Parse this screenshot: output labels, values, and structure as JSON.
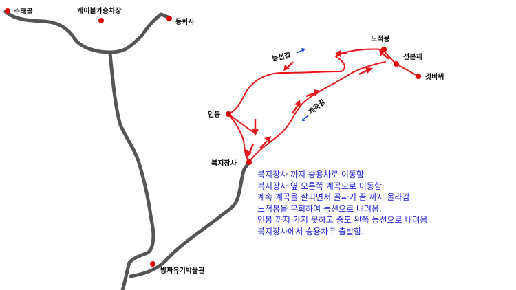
{
  "places": {
    "sutaegol": "수태골",
    "cable_car": "케이블카승차장",
    "donghwasa": "동화사",
    "nojeokbong": "노적봉",
    "seonbonjae": "선본재",
    "gatbawi": "갓바위",
    "inbong": "인봉",
    "bukjijangsa": "북지장사",
    "bangjja_museum": "방짜유기박물관"
  },
  "trails": {
    "ridge": "능선길",
    "valley": "계곡길"
  },
  "notes": [
    "북지장사 까지 승용차로 이동함.",
    "북지장사 옆 오른쪽 계곡으로 이동함.",
    "계속 계곡을 살피면서 골짜기 끝 까지 올라감.",
    "노적봉을 우회하여 능선으로 내려옴.",
    "인봉 까지 가지 못하고 중도 왼쪽 능선으로 내려옴",
    "북지장사에서 승용차로 출발함."
  ],
  "colors": {
    "road": "#555555",
    "route": "#e8161b",
    "marker": "#e00000",
    "direction_arrow": "#1646d6",
    "notes_text": "#1f22d6"
  }
}
